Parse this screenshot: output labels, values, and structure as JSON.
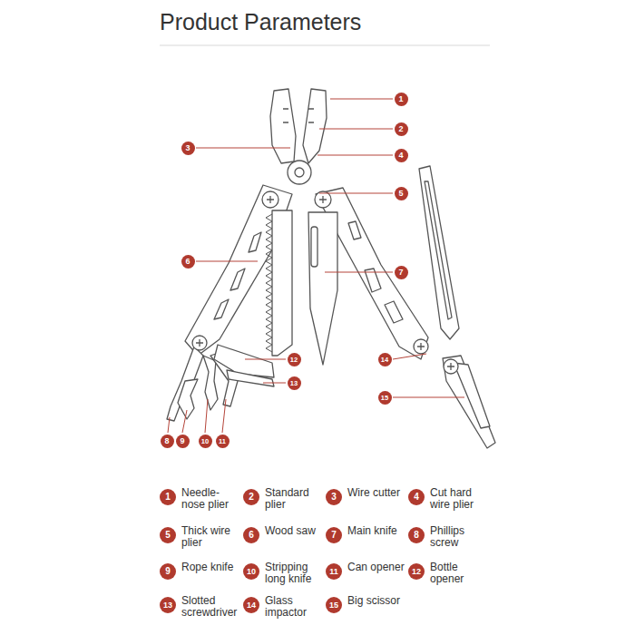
{
  "diagram": {
    "title": "Product Parameters",
    "nodes": [
      {
        "text": [
          "1"
        ]
      },
      {
        "text": [
          "2"
        ]
      },
      {
        "text": [
          "3"
        ]
      },
      {
        "text": [
          "4"
        ]
      },
      {
        "text": [
          "5"
        ]
      },
      {
        "text": [
          "6"
        ]
      },
      {
        "text": [
          "7"
        ]
      },
      {
        "text": [
          "8"
        ]
      },
      {
        "text": [
          "9"
        ]
      },
      {
        "text": [
          "10"
        ]
      },
      {
        "text": [
          "11"
        ]
      },
      {
        "text": [
          "12"
        ]
      },
      {
        "text": [
          "13"
        ]
      },
      {
        "text": [
          "14"
        ]
      },
      {
        "text": [
          "15"
        ]
      },
      {
        "text": [
          "1",
          "Needle-nose plier"
        ]
      },
      {
        "text": [
          "2",
          "Standard plier"
        ]
      },
      {
        "text": [
          "3",
          "Wire cutter"
        ]
      },
      {
        "text": [
          "4",
          "Cut hard wire plier"
        ]
      },
      {
        "text": [
          "5",
          "Thick wire plier"
        ]
      },
      {
        "text": [
          "6",
          "Wood saw"
        ]
      },
      {
        "text": [
          "7",
          "Main knife"
        ]
      },
      {
        "text": [
          "8",
          "Phillips screw"
        ]
      },
      {
        "text": [
          "9",
          "Rope knife"
        ]
      },
      {
        "text": [
          "10",
          "Stripping long knife"
        ]
      },
      {
        "text": [
          "11",
          "Can opener"
        ]
      },
      {
        "text": [
          "12",
          "Bottle opener"
        ]
      },
      {
        "text": [
          "13",
          "Slotted screwdriver"
        ]
      },
      {
        "text": [
          "14",
          "Glass impactor"
        ]
      },
      {
        "text": [
          "15",
          "Big scissor"
        ]
      }
    ]
  }
}
